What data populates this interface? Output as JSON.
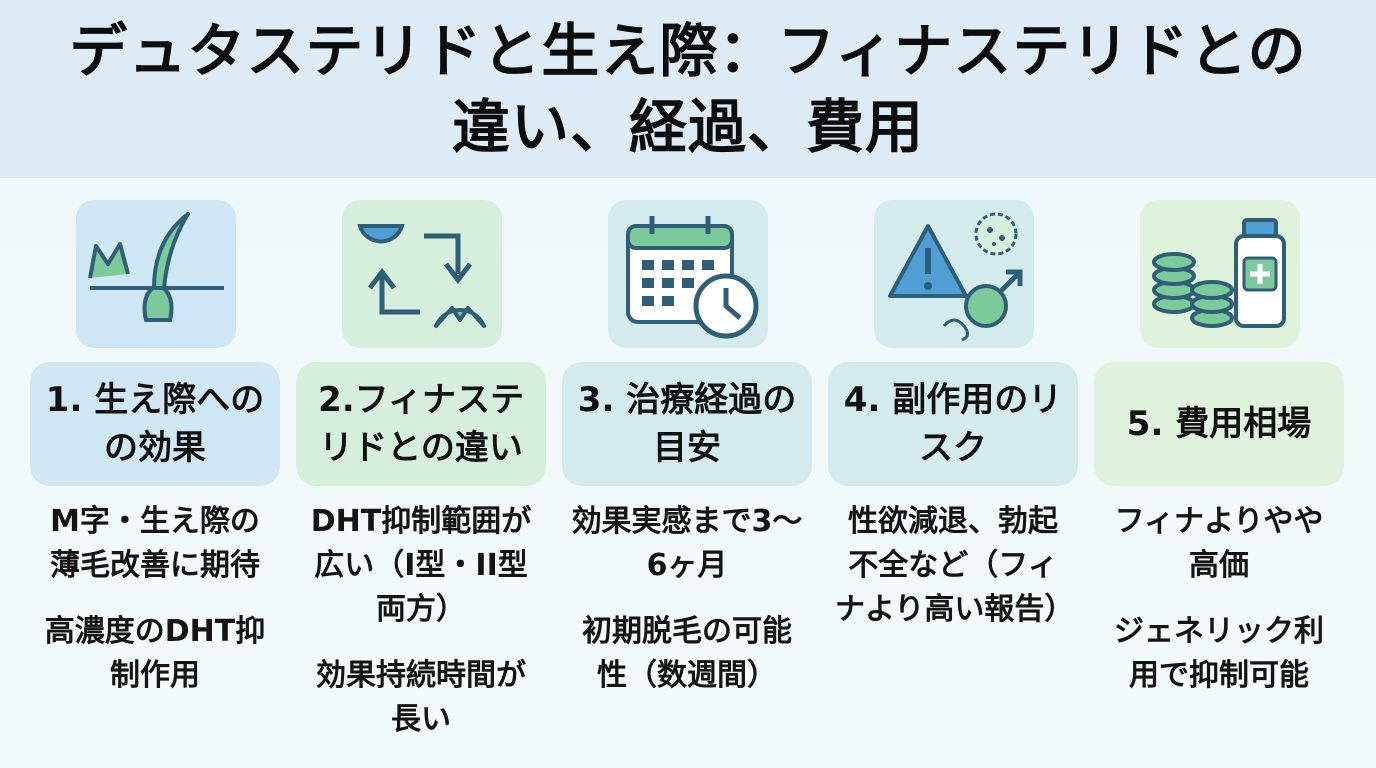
{
  "title": "デュタステリドと生え際：フィナステリドとの違い、経過、費用",
  "columns": [
    {
      "icon": "hair-follicle-icon",
      "heading": "1. 生え際へのの効果",
      "points": [
        "M字・生え際の薄毛改善に期待",
        "高濃度のDHT抑制作用"
      ]
    },
    {
      "icon": "conversion-arrows-icon",
      "heading": "2.フィナステリドとの違い",
      "points": [
        "DHT抑制範囲が広い（I型・II型両方）",
        "効果持続時間が長い"
      ]
    },
    {
      "icon": "calendar-clock-icon",
      "heading": "3. 治療経過の目安",
      "points": [
        "効果実感まで3〜6ヶ月",
        "初期脱毛の可能性（数週間）"
      ]
    },
    {
      "icon": "warning-side-effect-icon",
      "heading": "4. 副作用のリスク",
      "points": [
        "性欲減退、勃起不全など（フィナより高い報告）"
      ]
    },
    {
      "icon": "coins-medicine-bottle-icon",
      "heading": "5. 費用相場",
      "points": [
        "フィナよりやや高価",
        "ジェネリック利用で抑制可能"
      ]
    }
  ],
  "colors": {
    "header_bg": "#dcebf6",
    "icon_blue": "#4f9fd4",
    "icon_green": "#7cc99a",
    "outline": "#2f5f78"
  }
}
